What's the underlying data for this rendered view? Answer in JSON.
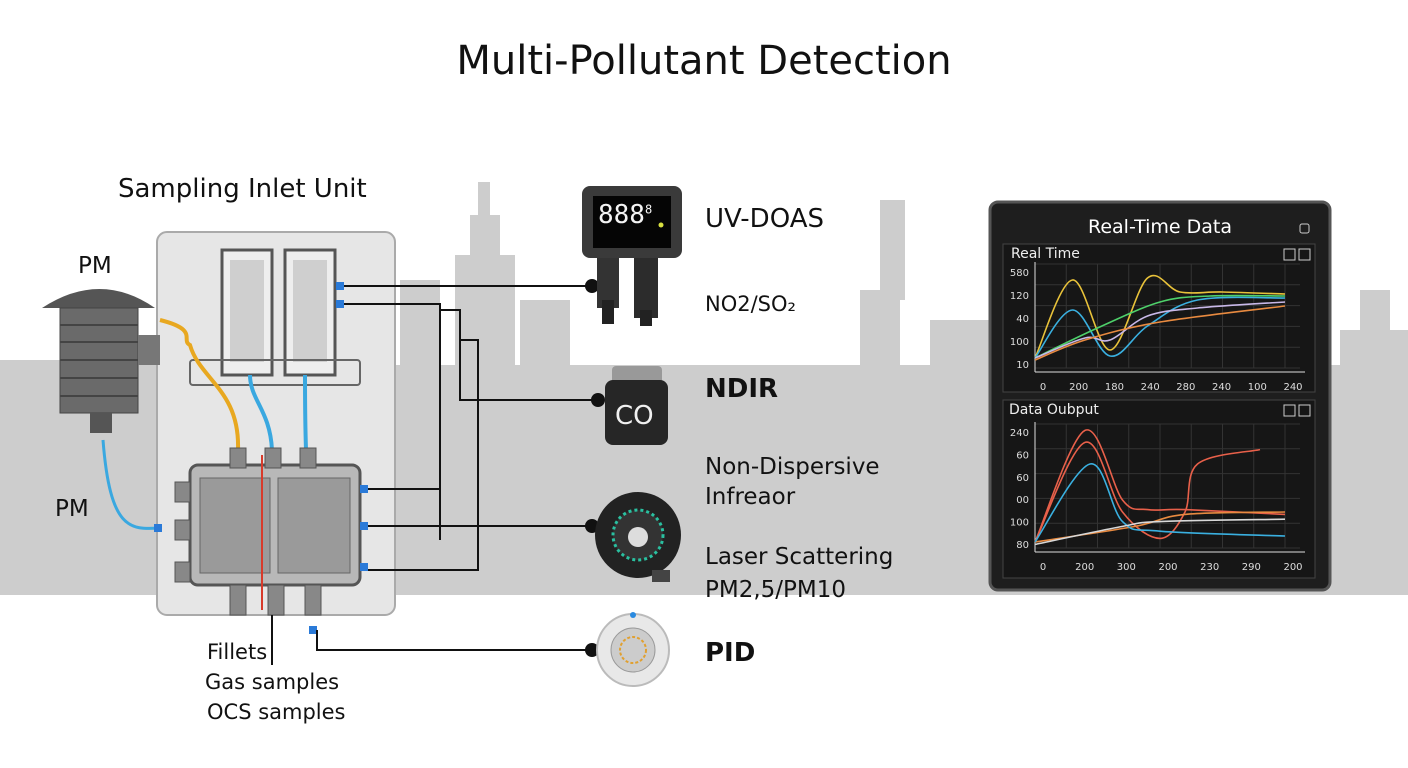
{
  "title": "Multi-Pollutant Detection",
  "inlet": {
    "title": "Sampling Inlet Unit",
    "pm_top": "PM",
    "pm_side": "PM",
    "bottom_labels": [
      "Fillets",
      "Gas samples",
      "OCS samples"
    ]
  },
  "sensors": [
    {
      "name": "UV-DOAS",
      "desc": [
        "NO2/SO₂"
      ],
      "display": "888",
      "display_sup": "8"
    },
    {
      "name": "NDIR",
      "desc": [
        "Non-Dispersive",
        "Infreaor"
      ],
      "face": "CO"
    },
    {
      "name": "",
      "desc": [
        "Laser Scattering",
        "PM2,5/PM10"
      ]
    },
    {
      "name": "PID",
      "desc": []
    }
  ],
  "colors": {
    "skyline": "#cdcdcd",
    "panel": "#1e1e1e",
    "yellow": "#e8c23a",
    "blue": "#3ab0e0",
    "green": "#4ed06a",
    "lilac": "#c8b8e8",
    "orange": "#e88a40",
    "red": "#e8604a"
  },
  "chart_data": [
    {
      "type": "line",
      "panel_title": "Real-Time Data",
      "title": "Real Time",
      "x_ticks": [
        "0",
        "200",
        "180",
        "240",
        "280",
        "240",
        "100",
        "240"
      ],
      "y_ticks": [
        "580",
        "120",
        "40",
        "100",
        "10"
      ],
      "xlim": [
        0,
        100
      ],
      "ylim": [
        0,
        100
      ],
      "series": [
        {
          "name": "yellow",
          "color": "#e8c23a",
          "x": [
            0,
            15,
            30,
            45,
            58,
            75,
            100
          ],
          "y": [
            10,
            88,
            18,
            90,
            76,
            76,
            74
          ]
        },
        {
          "name": "blue",
          "color": "#3ab0e0",
          "x": [
            0,
            15,
            30,
            45,
            65,
            100
          ],
          "y": [
            10,
            58,
            12,
            42,
            68,
            70
          ]
        },
        {
          "name": "green",
          "color": "#4ed06a",
          "x": [
            0,
            25,
            50,
            70,
            100
          ],
          "y": [
            10,
            40,
            66,
            72,
            72
          ]
        },
        {
          "name": "lilac",
          "color": "#c8b8e8",
          "x": [
            0,
            20,
            30,
            45,
            65,
            100
          ],
          "y": [
            10,
            30,
            28,
            52,
            60,
            66
          ]
        },
        {
          "name": "orange",
          "color": "#e88a40",
          "x": [
            0,
            20,
            50,
            100
          ],
          "y": [
            8,
            28,
            46,
            62
          ]
        }
      ]
    },
    {
      "type": "line",
      "title": "Data Oubput",
      "x_ticks": [
        "0",
        "200",
        "300",
        "200",
        "230",
        "290",
        "200"
      ],
      "y_ticks": [
        "240",
        "60",
        "60",
        "00",
        "100",
        "80"
      ],
      "xlim": [
        0,
        100
      ],
      "ylim": [
        0,
        100
      ],
      "series": [
        {
          "name": "red-1",
          "color": "#e8604a",
          "x": [
            0,
            20,
            35,
            45,
            60,
            100
          ],
          "y": [
            5,
            98,
            40,
            32,
            32,
            28
          ]
        },
        {
          "name": "red-2",
          "color": "#e8604a",
          "x": [
            0,
            20,
            35,
            50,
            60,
            65,
            90
          ],
          "y": [
            5,
            88,
            30,
            8,
            30,
            70,
            82
          ]
        },
        {
          "name": "orange",
          "color": "#e88a40",
          "x": [
            0,
            40,
            60,
            100
          ],
          "y": [
            5,
            18,
            28,
            30
          ]
        },
        {
          "name": "blue",
          "color": "#3ab0e0",
          "x": [
            0,
            22,
            35,
            50,
            100
          ],
          "y": [
            5,
            70,
            22,
            14,
            10
          ]
        },
        {
          "name": "white",
          "color": "#d8d8d8",
          "x": [
            0,
            35,
            50,
            100
          ],
          "y": [
            3,
            18,
            22,
            24
          ]
        }
      ]
    }
  ]
}
